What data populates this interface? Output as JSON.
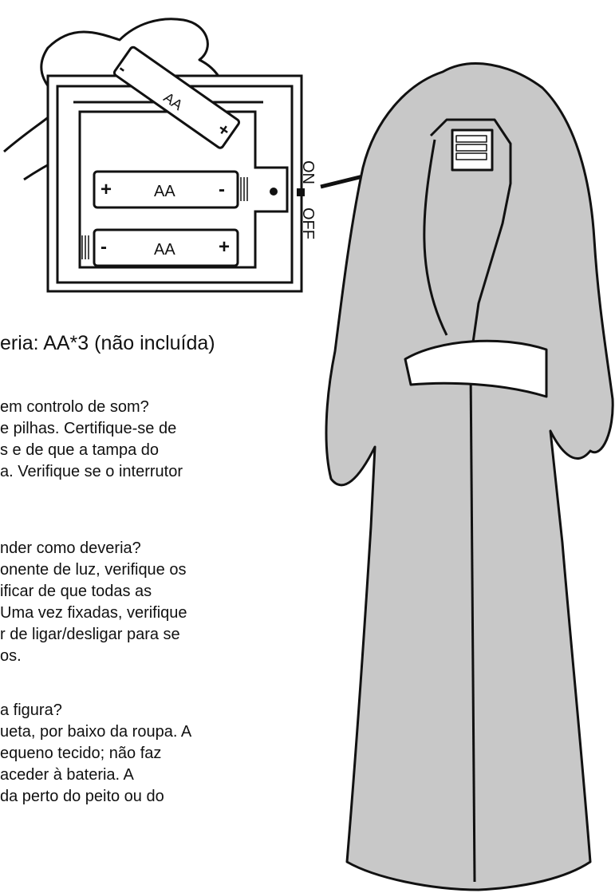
{
  "battery_box": {
    "cell_label": "AA",
    "plus": "+",
    "minus": "-",
    "switch_on": "ON",
    "switch_off": "OFF"
  },
  "battery_spec": "eria: AA*3 (não incluída)",
  "faq_lines": [
    "em controlo de som?",
    "e pilhas. Certifique-se de",
    "s e de que a tampa do",
    "a. Verifique se o interrutor",
    "nder como deveria?",
    "onente de luz, verifique os",
    "ificar de que todas as",
    "Uma vez fixadas, verifique",
    "r de ligar/desligar para se",
    "os.",
    "a figura?",
    "ueta, por baixo da roupa. A",
    "equeno tecido; não faz",
    "aceder à bateria. A",
    "da perto do peito ou do"
  ],
  "colors": {
    "robe_fill": "#c8c8c8",
    "line": "#111111",
    "background": "#ffffff"
  }
}
